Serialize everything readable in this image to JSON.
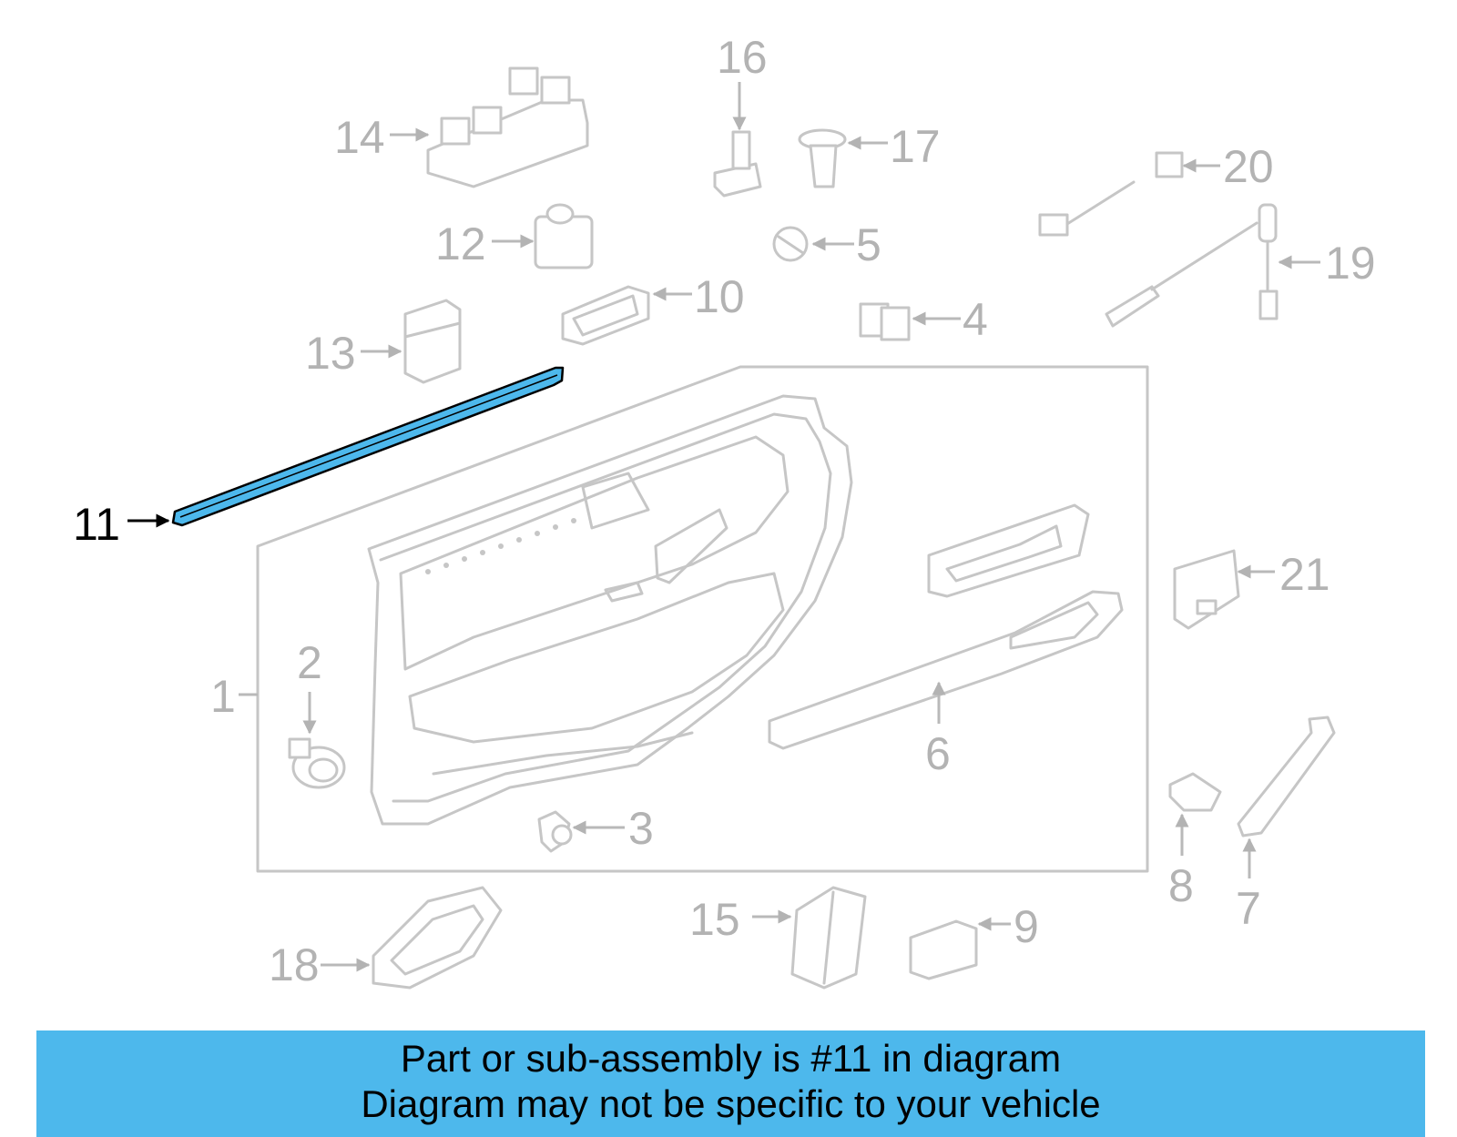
{
  "callouts": {
    "c1": "1",
    "c2": "2",
    "c3": "3",
    "c4": "4",
    "c5": "5",
    "c6": "6",
    "c7": "7",
    "c8": "8",
    "c9": "9",
    "c10": "10",
    "c11": "11",
    "c12": "12",
    "c13": "13",
    "c14": "14",
    "c15": "15",
    "c16": "16",
    "c17": "17",
    "c18": "18",
    "c19": "19",
    "c20": "20",
    "c21": "21"
  },
  "highlighted_part": "11",
  "colors": {
    "highlight": "#4db8ec",
    "part_stroke": "#c6c6c6",
    "callout_text": "#b3b3b3",
    "highlight_text": "#000000"
  },
  "banner": {
    "line1": "Part or sub-assembly is #11 in diagram",
    "line2": "Diagram may not be specific to your vehicle"
  }
}
